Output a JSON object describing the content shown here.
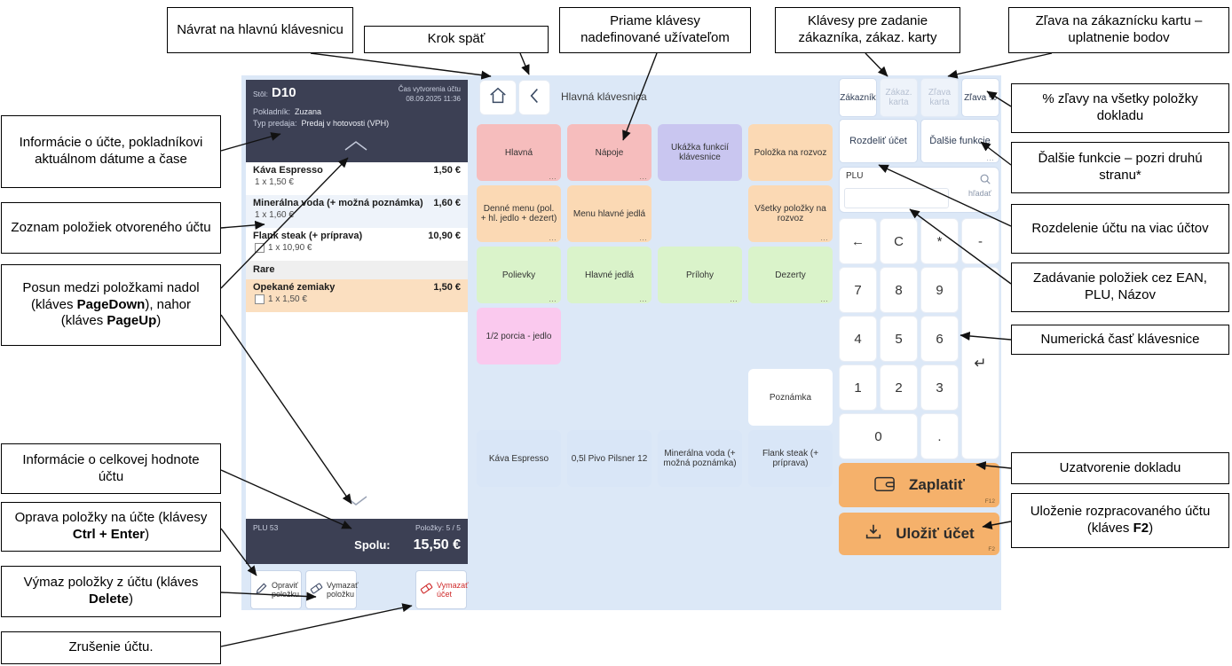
{
  "callouts": {
    "navrat": "Návrat na hlavnú klávesnicu",
    "krok_spat": "Krok späť",
    "priame_klavesy": "Priame klávesy nadefinované užívateľom",
    "klavesy_zakaznik": "Klávesy pre zadanie zákazníka, zákaz. karty",
    "zlava_zakaznicka": "Zľava na zákaznícku kartu – uplatnenie bodov",
    "zlava_percenta": "% zľavy na všetky položky dokladu",
    "dalsie_funkcie": "Ďalšie funkcie – pozri druhú stranu*",
    "rozdelenie_uctu": "Rozdelenie účtu na viac účtov",
    "zadavanie_poloziek": "Zadávanie položiek cez EAN, PLU, Názov",
    "numericka_cast": "Numerická časť klávesnice",
    "uzatvorenie_dokladu": "Uzatvorenie dokladu",
    "ulozenie_p1": "Uloženie rozpracovaného účtu  (kláves ",
    "ulozenie_b1": "F2",
    "ulozenie_p2": ")",
    "info_ucte": "Informácie o účte, pokladníkovi aktuálnom dátume a čase",
    "zoznam_poloziek": "Zoznam položiek otvoreného účtu",
    "posun_p1": "Posun medzi položkami nadol (kláves ",
    "posun_b1": "PageDown",
    "posun_p2": "), nahor (kláves ",
    "posun_b2": "PageUp",
    "posun_p3": ")",
    "info_celkova": "Informácie o celkovej hodnote účtu",
    "oprava_p1": "Oprava položky na účte (klávesy ",
    "oprava_b1": "Ctrl + Enter",
    "oprava_p2": ")",
    "vymaz_p1": "Výmaz položky z účtu (kláves ",
    "vymaz_b1": "Delete",
    "vymaz_p2": ")",
    "zrusenie": "Zrušenie účtu."
  },
  "receipt": {
    "table_label": "Stôl:",
    "table_value": "D10",
    "created_label": "Čas vytvorenia účtu",
    "created_value": "08.09.2025 11:36",
    "cashier_label": "Pokladník:",
    "cashier_value": "Zuzana",
    "sale_type_label": "Typ predaja:",
    "sale_type_value": "Predaj v hotovosti (VPH)",
    "items": [
      {
        "name": "Káva Espresso",
        "qty": "1 x 1,50 €",
        "price": "1,50 €"
      },
      {
        "name": "Minerálna voda (+ možná poznámka)",
        "qty": "1 x 1,60 €",
        "price": "1,60 €"
      },
      {
        "name": "Flank steak (+ príprava)",
        "qty": "1 x 10,90 €",
        "price": "10,90 €"
      },
      {
        "name": "Rare"
      },
      {
        "name": "Opekané zemiaky",
        "qty": "1 x 1,50 €",
        "price": "1,50 €"
      }
    ],
    "footer_plu": "PLU 53",
    "footer_count": "Položky: 5 / 5",
    "total_label": "Spolu:",
    "total_value": "15,50 €",
    "action_edit": "Opraviť položku",
    "action_delete_item": "Vymazať položku",
    "action_delete_receipt": "Vymazať účet"
  },
  "keyboard": {
    "title": "Hlavná klávesnica",
    "hlavna": "Hlavná",
    "napoje": "Nápoje",
    "ukazka": "Ukážka funkcií klávesnice",
    "polozka_rozvoz": "Položka na rozvoz",
    "denne_menu": "Denné menu (pol. + hl. jedlo + dezert)",
    "menu_hlavne": "Menu hlavné jedlá",
    "vsetky_rozvoz": "Všetky položky na rozvoz",
    "polievky": "Polievky",
    "hlavne_jedla": "Hlavné jedlá",
    "prilohy": "Prílohy",
    "dezerty": "Dezerty",
    "pol_porcia": "1/2 porcia - jedlo",
    "poznamka": "Poznámka",
    "kava": "Káva Espresso",
    "pivo": "0,5l Pivo Pilsner 12",
    "mineralka": "Minerálna voda (+ možná poznámka)",
    "flank": "Flank steak (+ príprava)"
  },
  "right_panel": {
    "zakaznik": "Zákazník",
    "zakaz_karta": "Zákaz. karta",
    "zlava_karta": "Zľava karta",
    "zlava_pct": "Zľava %",
    "rozdelit": "Rozdeliť účet",
    "dalsie": "Ďalšie funkcie",
    "plu_label": "PLU",
    "hladat": "hľadať",
    "numpad": [
      "←",
      "C",
      "*",
      "-",
      "7",
      "8",
      "9",
      "4",
      "5",
      "6",
      "1",
      "2",
      "3",
      "0",
      ".",
      "↵"
    ],
    "pay": "Zaplatiť",
    "pay_key": "F12",
    "save": "Uložiť účet",
    "save_key": "F2"
  },
  "colors": {
    "accent_orange": "#f5b16b",
    "header_dark": "#3c4054",
    "highlight_row": "#fbdfc0",
    "app_background": "#dce8f7"
  }
}
